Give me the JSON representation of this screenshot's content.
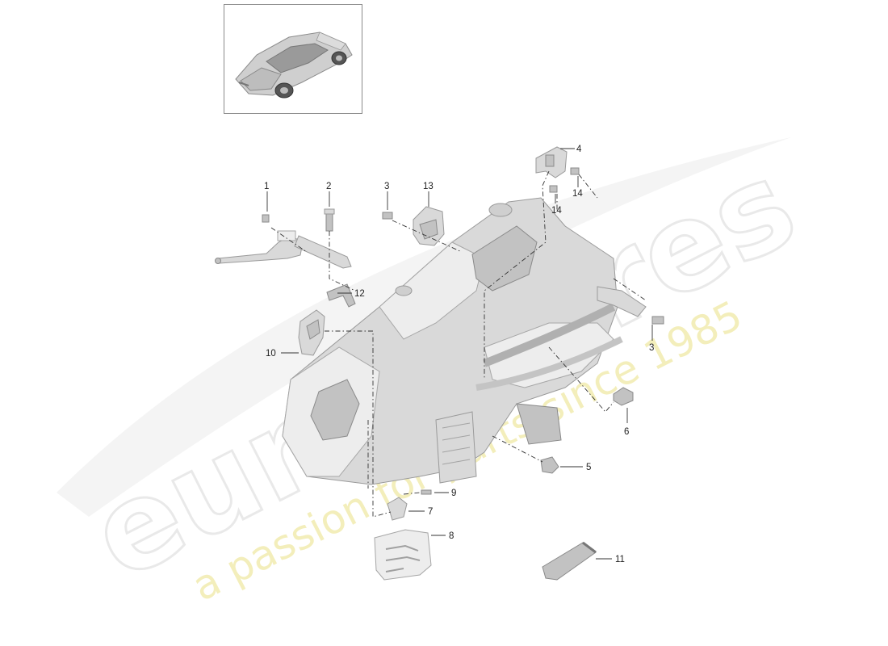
{
  "watermark": {
    "brand": "eurospares",
    "tagline": "a passion for parts since 1985"
  },
  "callouts": [
    {
      "id": "1",
      "label": "1"
    },
    {
      "id": "2",
      "label": "2"
    },
    {
      "id": "3a",
      "label": "3"
    },
    {
      "id": "13",
      "label": "13"
    },
    {
      "id": "4",
      "label": "4"
    },
    {
      "id": "14a",
      "label": "14"
    },
    {
      "id": "14b",
      "label": "14"
    },
    {
      "id": "12",
      "label": "12"
    },
    {
      "id": "10",
      "label": "10"
    },
    {
      "id": "3b",
      "label": "3"
    },
    {
      "id": "6",
      "label": "6"
    },
    {
      "id": "5",
      "label": "5"
    },
    {
      "id": "9",
      "label": "9"
    },
    {
      "id": "7",
      "label": "7"
    },
    {
      "id": "8",
      "label": "8"
    },
    {
      "id": "11",
      "label": "11"
    }
  ]
}
